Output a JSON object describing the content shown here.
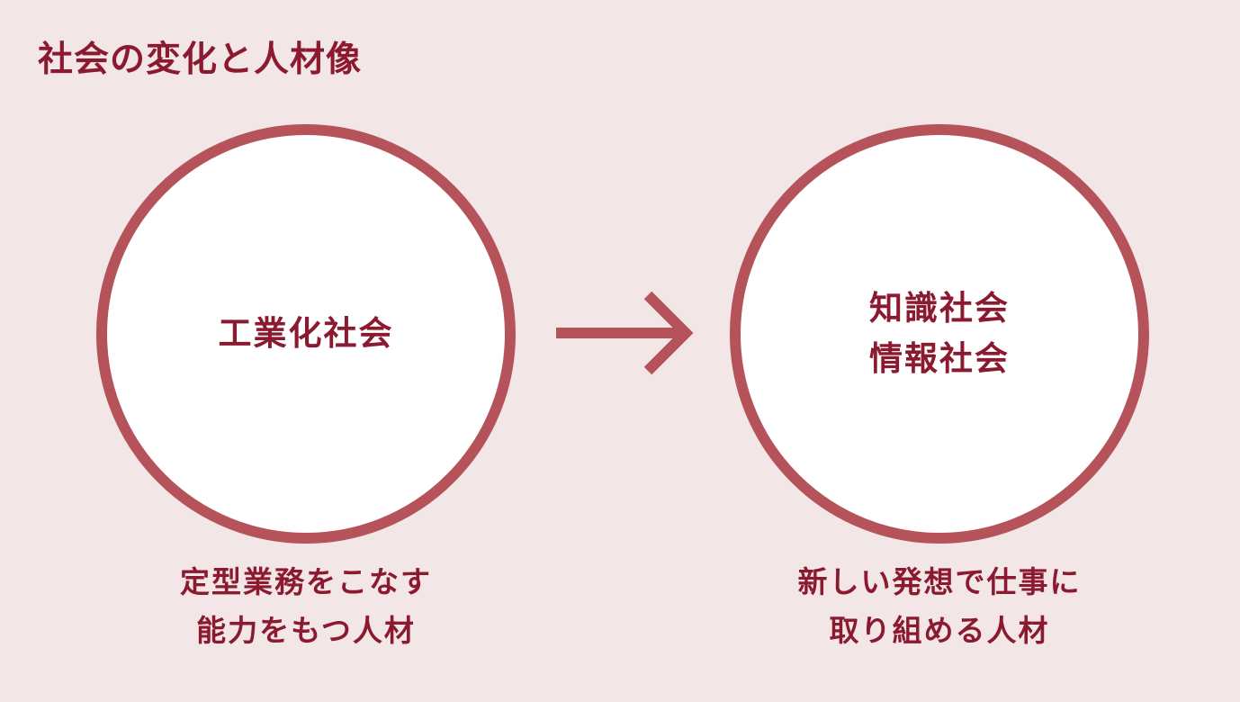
{
  "title": "社会の変化と人材像",
  "colors": {
    "background": "#f3e6e6",
    "accent": "#b5525a",
    "text": "#8b1a30",
    "circle_fill": "#ffffff"
  },
  "left": {
    "label_lines": [
      "工業化社会"
    ],
    "caption_lines": [
      "定型業務をこなす",
      "能力をもつ人材"
    ]
  },
  "arrow": {
    "icon": "arrow-right-icon"
  },
  "right": {
    "label_lines": [
      "知識社会",
      "情報社会"
    ],
    "caption_lines": [
      "新しい発想で仕事に",
      "取り組める人材"
    ]
  }
}
